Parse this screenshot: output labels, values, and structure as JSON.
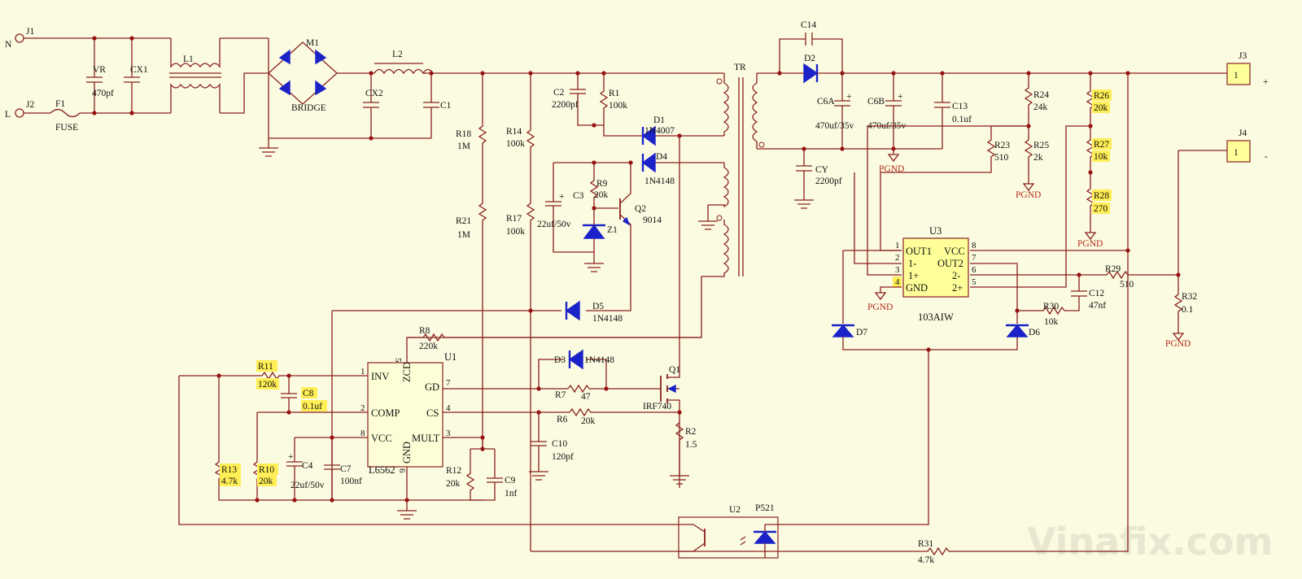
{
  "connectors": {
    "j1": "J1",
    "j2": "J2",
    "n_terminal": "N",
    "l_terminal": "L",
    "j3": "J3",
    "j4": "J4",
    "j3_pin": "1",
    "j4_pin": "1",
    "plus_sign": "+",
    "minus_sign": "-"
  },
  "input_stage": {
    "fuse_ref": "F1",
    "fuse_name": "FUSE",
    "vr_ref": "VR",
    "vr_value": "470pf",
    "cx1": "CX1",
    "l1": "L1",
    "bridge_ref": "M1",
    "bridge_name": "BRIDGE",
    "l2": "L2",
    "cx2": "CX2",
    "c1": "C1"
  },
  "primary": {
    "r18": "R18",
    "r18_val": "1M",
    "r21": "R21",
    "r21_val": "1M",
    "r14": "R14",
    "r14_val": "100k",
    "r17": "R17",
    "r17_val": "100k",
    "c2": "C2",
    "c2_val": "2200pf",
    "r1": "R1",
    "r1_val": "100k",
    "d1": "D1",
    "d1_val": "1N4007",
    "d4": "D4",
    "d4_val": "1N4148",
    "r9": "R9",
    "r9_val": "20k",
    "c3": "C3",
    "c3_val": "22uf/50v",
    "z1": "Z1",
    "q2": "Q2",
    "q2_val": "9014",
    "d5": "D5",
    "d5_val": "1N4148",
    "tr": "TR",
    "r8": "R8",
    "r8_val": "220k",
    "d3": "D3",
    "d3_val": "1N4148",
    "r7": "R7",
    "r7_val": "47",
    "q1": "Q1",
    "q1_val": "IRF740",
    "r6": "R6",
    "r6_val": "20k",
    "r2": "R2",
    "r2_val": "1.5",
    "c10": "C10",
    "c10_val": "120pf",
    "r12": "R12",
    "r12_val": "20k",
    "c9": "C9",
    "c9_val": "1nf",
    "c4": "C4",
    "c4_val": "22uf/50v",
    "c7": "C7",
    "c7_val": "100nf",
    "r11": "R11",
    "r11_val": "120k",
    "c8": "C8",
    "c8_val": "0.1uf",
    "r13": "R13",
    "r13_val": "4.7k",
    "r10": "R10",
    "r10_val": "20k"
  },
  "u1": {
    "ref": "U1",
    "part": "L6562",
    "pins": {
      "inv": "INV",
      "comp": "COMP",
      "vcc": "VCC",
      "zcd": "ZCD",
      "gd": "GD",
      "cs": "CS",
      "mult": "MULT",
      "gnd": "GND"
    },
    "pin_numbers": {
      "p1": "1",
      "p2": "2",
      "p8": "8",
      "p5": "5",
      "p7": "7",
      "p4": "4",
      "p3": "3",
      "p6": "6"
    }
  },
  "secondary": {
    "c14": "C14",
    "d2": "D2",
    "c6a": "C6A",
    "c6a_val": "470uf/35v",
    "c6b": "C6B",
    "c6b_val": "470uf/35v",
    "c13": "C13",
    "c13_val": "0.1uf",
    "cy": "CY",
    "cy_val": "2200pf",
    "pgnd": "PGND",
    "r24": "R24",
    "r24_val": "24k",
    "r25": "R25",
    "r25_val": "2k",
    "r23": "R23",
    "r23_val": "510",
    "r26": "R26",
    "r26_val": "20k",
    "r27": "R27",
    "r27_val": "10k",
    "r28": "R28",
    "r28_val": "270",
    "r29": "R29",
    "r29_val": "510",
    "r32": "R32",
    "r32_val": "0.1",
    "c12": "C12",
    "c12_val": "47nf",
    "r30": "R30",
    "r30_val": "10k",
    "d7": "D7",
    "d6": "D6",
    "u2": "U2",
    "u2_part": "P521",
    "r31": "R31",
    "r31_val": "4.7k"
  },
  "u3": {
    "ref": "U3",
    "part": "103AIW",
    "pins": {
      "out1": "OUT1",
      "in1n": "1-",
      "in1p": "1+",
      "gnd": "GND",
      "vcc": "VCC",
      "out2": "OUT2",
      "in2n": "2-",
      "in2p": "2+"
    },
    "pin_numbers": {
      "p1": "1",
      "p2": "2",
      "p3": "3",
      "p4": "4",
      "p8": "8",
      "p7": "7",
      "p6": "6",
      "p5": "5"
    }
  },
  "watermark": "Vinafix.com",
  "colors": {
    "background": "#fbfbe1",
    "wire": "#8a2020",
    "component_fill": "#1b23c8",
    "highlight": "#ffee55",
    "pgnd_text": "#b02a1a"
  }
}
